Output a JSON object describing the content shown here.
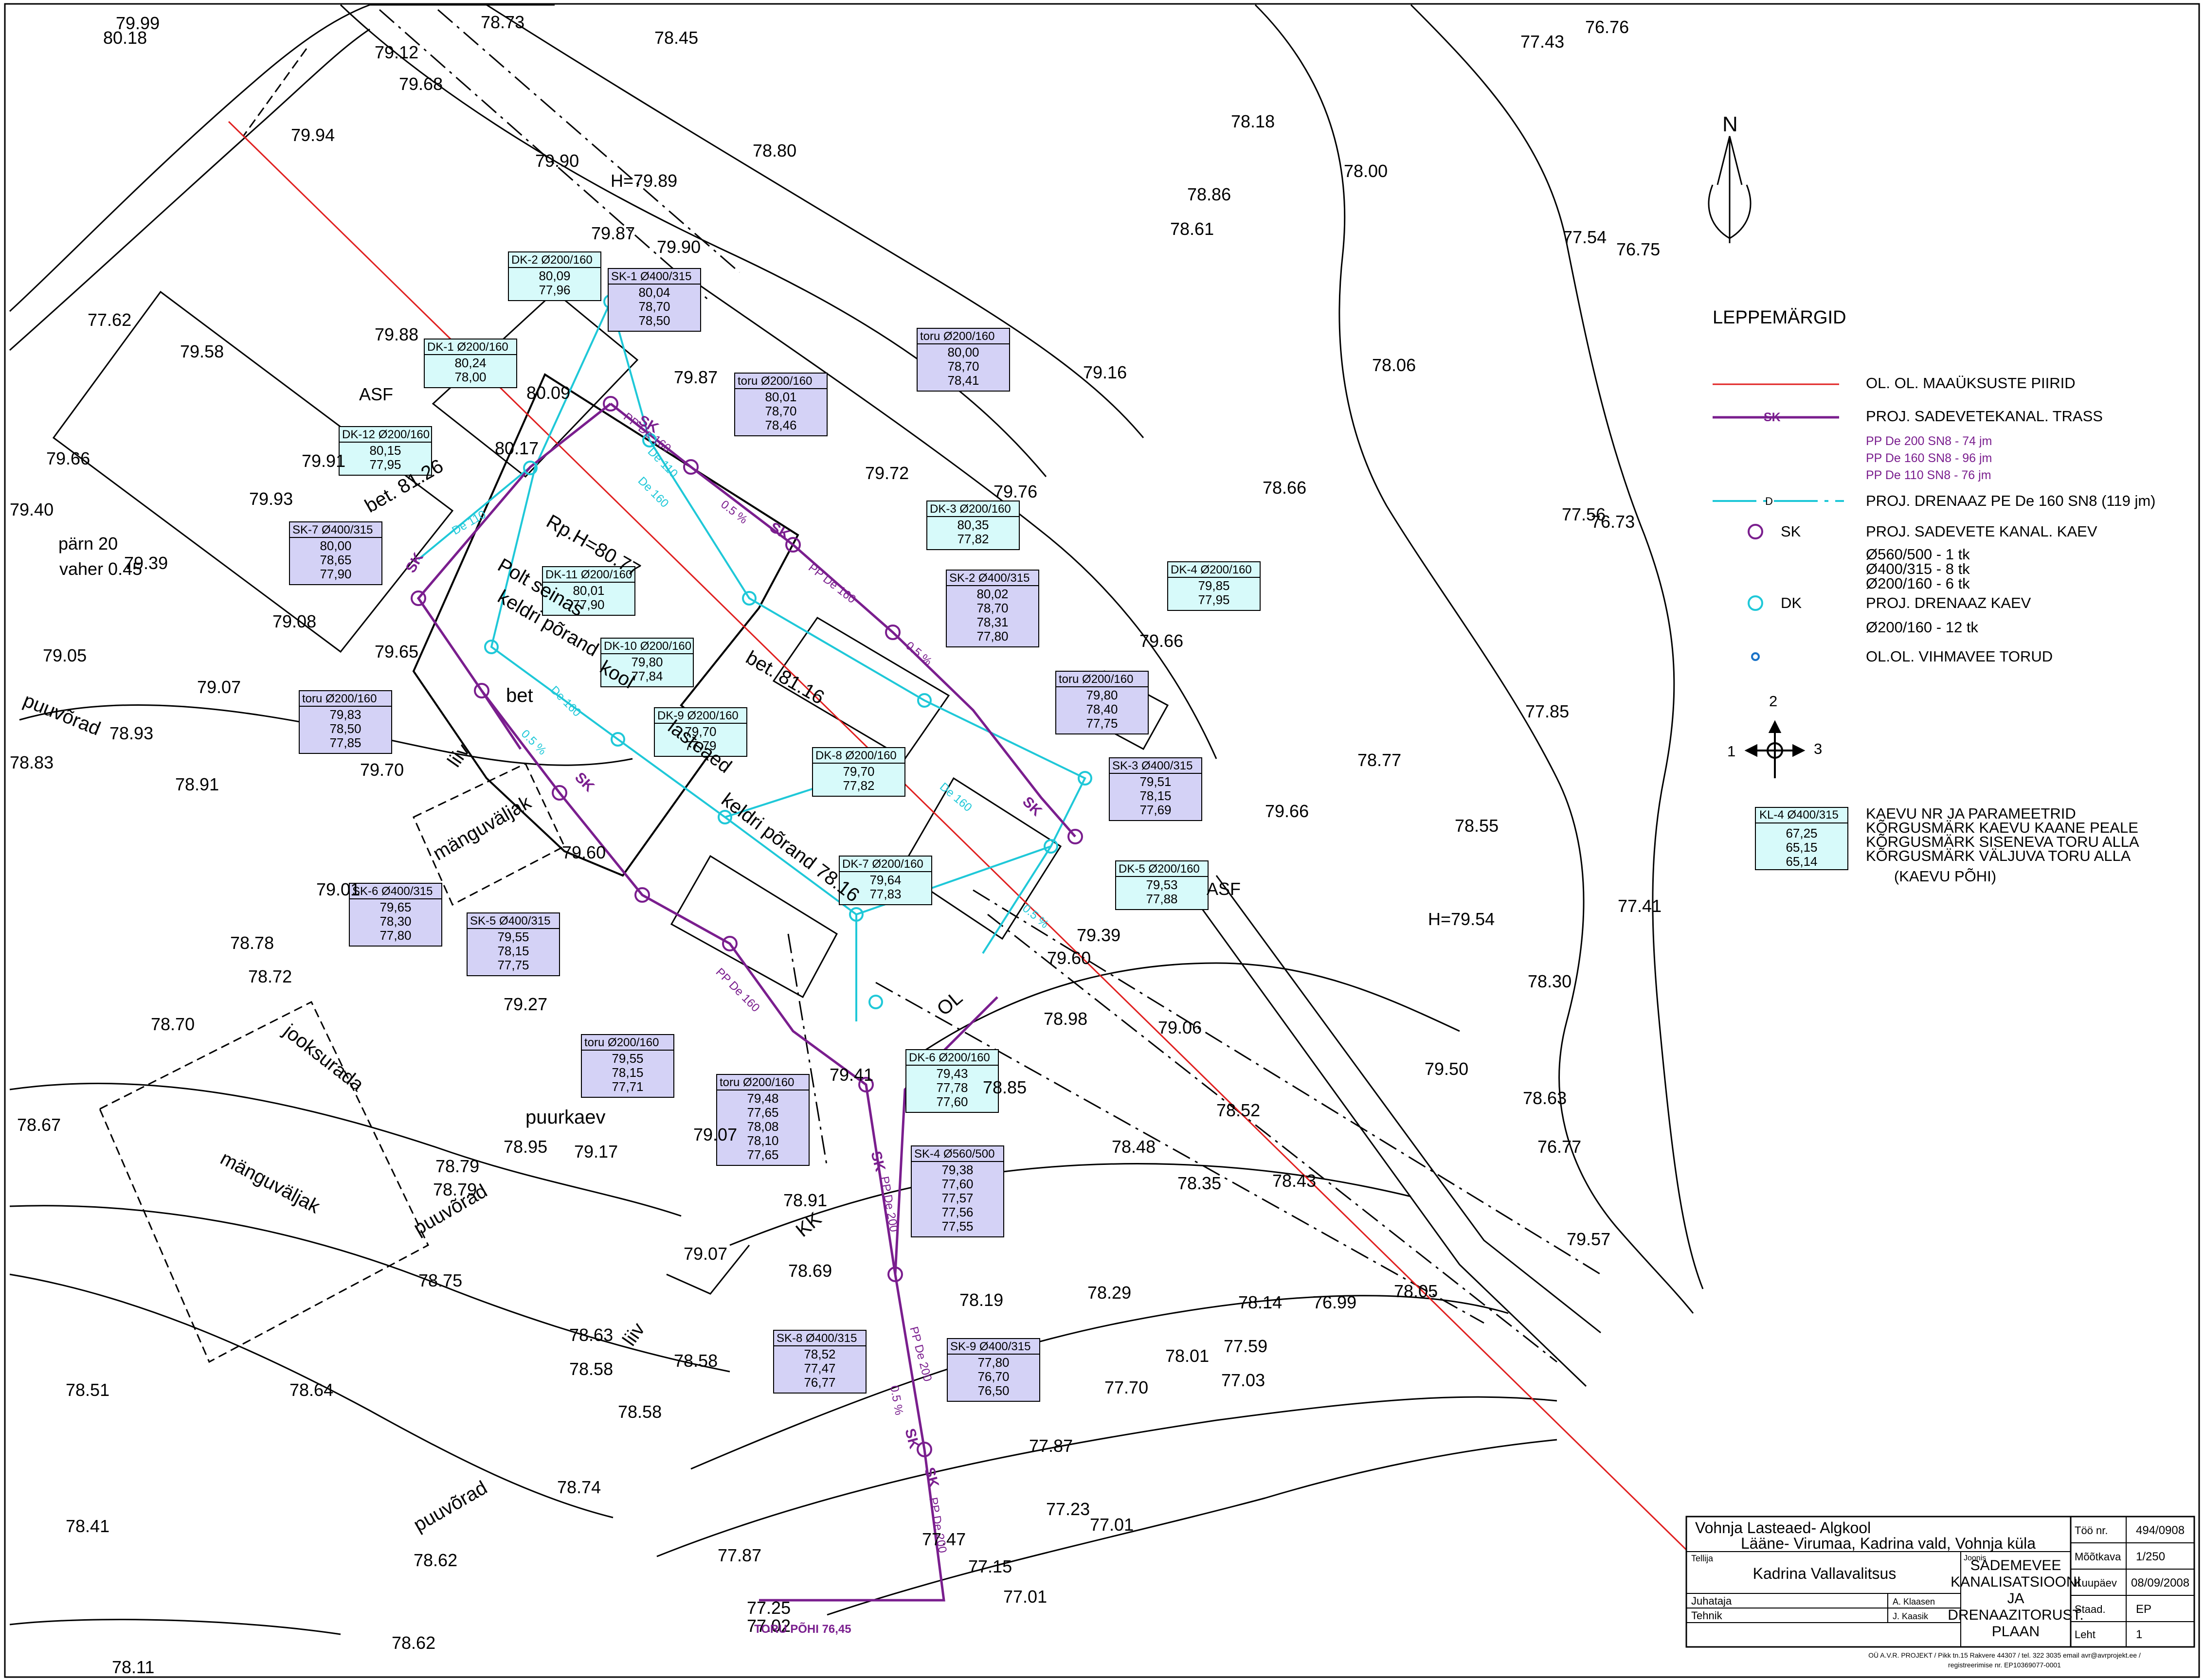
{
  "colors": {
    "boundary": "#e02020",
    "storm": "#7a1e8e",
    "drain": "#1fc8d8",
    "box_dk": "#d7fafa",
    "box_sk": "#d4d2f6"
  },
  "north_label": "N",
  "legend": {
    "title": "LEPPEMÄRGID",
    "boundary": "OL. OL. MAAÜKSUSTE PIIRID",
    "storm_trass": "PROJ. SADEVETEKANAL. TRASS",
    "storm_mark": "SK",
    "storm_lines": [
      "PP De 200 SN8 - 74 jm",
      "PP De 160 SN8 - 96 jm",
      "PP De 110 SN8 - 76 jm"
    ],
    "drain": "PROJ. DRENAAZ PE De 160 SN8 (119 jm)",
    "drain_mark": "D",
    "sk_symbol": "SK",
    "sk_well": "PROJ. SADEVETE KANAL. KAEV",
    "sk_counts": [
      "Ø560/500 - 1 tk",
      "Ø400/315 - 8 tk",
      "Ø200/160 - 6 tk"
    ],
    "dk_symbol": "DK",
    "dk_well": "PROJ. DRENAAZ KAEV",
    "dk_count": "Ø200/160 - 12 tk",
    "rain": "OL.OL. VIHMAVEE TORUD",
    "dir_1": "1",
    "dir_2": "2",
    "dir_3": "3",
    "sample_title": "KL-4 Ø400/315",
    "sample_values": [
      "67,25",
      "65,15",
      "65,14"
    ],
    "sample_desc": [
      "KAEVU NR JA PARAMEETRID",
      "KÕRGUSMÄRK KAEVU KAANE PEALE",
      "KÕRGUSMÄRK SISENEVA TORU ALLA",
      "KÕRGUSMÄRK VÄLJUVA TORU ALLA",
      "(KAEVU PÕHI)"
    ]
  },
  "wells": [
    {
      "title": "DK-2 Ø200/160",
      "values": [
        "80,09",
        "77,96"
      ],
      "kind": "dk"
    },
    {
      "title": "SK-1 Ø400/315",
      "values": [
        "80,04",
        "78,70",
        "78,50"
      ],
      "kind": "sk"
    },
    {
      "title": "DK-1 Ø200/160",
      "values": [
        "80,24",
        "78,00"
      ],
      "kind": "dk"
    },
    {
      "title": "toru Ø200/160",
      "values": [
        "80,01",
        "78,70",
        "78,46"
      ],
      "kind": "sk"
    },
    {
      "title": "toru Ø200/160",
      "values": [
        "80,00",
        "78,70",
        "78,41"
      ],
      "kind": "sk"
    },
    {
      "title": "DK-12 Ø200/160",
      "values": [
        "80,15",
        "77,95"
      ],
      "kind": "dk"
    },
    {
      "title": "DK-3 Ø200/160",
      "values": [
        "80,35",
        "77,82"
      ],
      "kind": "dk"
    },
    {
      "title": "SK-7 Ø400/315",
      "values": [
        "80,00",
        "78,65",
        "77,90"
      ],
      "kind": "sk"
    },
    {
      "title": "DK-11 Ø200/160",
      "values": [
        "80,01",
        "77,90"
      ],
      "kind": "dk"
    },
    {
      "title": "SK-2 Ø400/315",
      "values": [
        "80,02",
        "78,70",
        "78,31",
        "77,80"
      ],
      "kind": "sk"
    },
    {
      "title": "DK-4 Ø200/160",
      "values": [
        "79,85",
        "77,95"
      ],
      "kind": "dk"
    },
    {
      "title": "DK-10 Ø200/160",
      "values": [
        "79,80",
        "77,84"
      ],
      "kind": "dk"
    },
    {
      "title": "toru Ø200/160",
      "values": [
        "79,83",
        "78,50",
        "77,85"
      ],
      "kind": "sk"
    },
    {
      "title": "toru Ø200/160",
      "values": [
        "79,80",
        "78,40",
        "77,75"
      ],
      "kind": "sk"
    },
    {
      "title": "DK-9 Ø200/160",
      "values": [
        "79,70",
        "77,79"
      ],
      "kind": "dk"
    },
    {
      "title": "DK-8 Ø200/160",
      "values": [
        "79,70",
        "77,82"
      ],
      "kind": "dk"
    },
    {
      "title": "SK-3 Ø400/315",
      "values": [
        "79,51",
        "78,15",
        "77,69"
      ],
      "kind": "sk"
    },
    {
      "title": "DK-7 Ø200/160",
      "values": [
        "79,64",
        "77,83"
      ],
      "kind": "dk"
    },
    {
      "title": "DK-5 Ø200/160",
      "values": [
        "79,53",
        "77,88"
      ],
      "kind": "dk"
    },
    {
      "title": "SK-6 Ø400/315",
      "values": [
        "79,65",
        "78,30",
        "77,80"
      ],
      "kind": "sk"
    },
    {
      "title": "SK-5 Ø400/315",
      "values": [
        "79,55",
        "78,15",
        "77,75"
      ],
      "kind": "sk"
    },
    {
      "title": "toru Ø200/160",
      "values": [
        "79,55",
        "78,15",
        "77,71"
      ],
      "kind": "sk"
    },
    {
      "title": "toru Ø200/160",
      "values": [
        "79,48",
        "77,65",
        "78,08",
        "78,10",
        "77,65"
      ],
      "kind": "sk"
    },
    {
      "title": "DK-6 Ø200/160",
      "values": [
        "79,43",
        "77,78",
        "77,60"
      ],
      "kind": "dk"
    },
    {
      "title": "SK-4 Ø560/500",
      "values": [
        "79,38",
        "77,60",
        "77,57",
        "77,56",
        "77,55"
      ],
      "kind": "sk"
    },
    {
      "title": "SK-8 Ø400/315",
      "values": [
        "78,52",
        "77,47",
        "76,77"
      ],
      "kind": "sk"
    },
    {
      "title": "SK-9 Ø400/315",
      "values": [
        "77,80",
        "76,70",
        "76,50"
      ],
      "kind": "sk"
    }
  ],
  "elevations": [
    "79.99",
    "80.18",
    "78.73",
    "79.12",
    "79.68",
    "78.45",
    "77.43",
    "76.76",
    "79.94",
    "78.80",
    "79.90",
    "78.18",
    "78.00",
    "H=79.89",
    "78.86",
    "79.87",
    "78.61",
    "79.90",
    "77.54",
    "76.75",
    "77.62",
    "79.88",
    "79.58",
    "ASF",
    "79.87",
    "79.16",
    "78.06",
    "80.17",
    "80.09",
    "79.66",
    "79.91",
    "79.93",
    "79.40",
    "79.72",
    "79.76",
    "78.66",
    "77.56",
    "76.73",
    "pärn 20",
    "vaher 0.45",
    "79.39",
    "79.08",
    "79.65",
    "79.05",
    "79.07",
    "79.66",
    "78.93",
    "78.91",
    "79.70",
    "78.77",
    "77.85",
    "78.83",
    "79.66",
    "78.55",
    "79.60",
    "ASF",
    "79.01",
    "H=79.54",
    "77.41",
    "79.39",
    "79.60",
    "79.27",
    "78.98",
    "79.06",
    "78.30",
    "78.78",
    "78.72",
    "78.70",
    "79.50",
    "78.63",
    "79.41",
    "78.85",
    "79.07",
    "79.17",
    "78.95",
    "78.67",
    "78.52",
    "78.48",
    "78.35",
    "78.43",
    "76.77",
    "78.79",
    "78.79",
    "78.91",
    "79.07",
    "78.75",
    "78.69",
    "78.19",
    "78.29",
    "78.14",
    "78.05",
    "76.99",
    "79.57",
    "78.58",
    "78.63",
    "78.58",
    "78.01",
    "77.59",
    "77.03",
    "78.51",
    "78.64",
    "78.58",
    "77.70",
    "77.87",
    "78.74",
    "77.23",
    "77.01",
    "78.41",
    "77.87",
    "78.62",
    "77.47",
    "77.15",
    "77.25",
    "77.02",
    "77.01",
    "78.62",
    "78.11"
  ],
  "features": [
    "Rp.H=80.77",
    "Polt seinas",
    "bet. 81.26",
    "bet. 81.16",
    "bet",
    "lasteaed",
    "keldri põrand 78.16",
    "mänguväljak",
    "mänguväljak",
    "jooksurada",
    "puuvõrad",
    "puuvõrad",
    "puuvõrad",
    "puurkaev",
    "KK",
    "liiv",
    "liiv",
    "OL",
    "TORU PÕHI 76,45",
    "keldri põrand",
    "kool"
  ],
  "pipes": [
    "PP De 160",
    "PP De 160",
    "PP De 160",
    "PP De 200",
    "PP De 200",
    "PP De 200",
    "De 110",
    "De 110",
    "De 160",
    "De 160",
    "De 160",
    "0.5 %",
    "0.5 %",
    "0.5 %",
    "0.5 %",
    "0.5 %",
    "SK",
    "SK",
    "SK",
    "SK",
    "SK",
    "SK",
    "SK",
    "SK"
  ],
  "title_block": {
    "project": "Vohnja Lasteaed- Algkool",
    "location": "Lääne- Virumaa, Kadrina vald, Vohnja küla",
    "client_label": "Tellija",
    "client": "Kadrina Vallavalitsus",
    "drawing_label": "Joonis",
    "drawing": [
      "SADEMEVEE",
      "KANALISATSIOONI",
      "JA",
      "DRENAAZITORUST.",
      "PLAAN"
    ],
    "manager_label": "Juhataja",
    "manager": "A. Klaasen",
    "tech_label": "Tehnik",
    "tech": "J. Kaasik",
    "work_label": "Töö nr.",
    "work": "494/0908",
    "scale_label": "Mõõtkava",
    "scale": "1/250",
    "date_label": "Kuupäev",
    "date": "08/09/2008",
    "stage_label": "Staad.",
    "stage": "EP",
    "sheet_label": "Leht",
    "sheet": "1",
    "footer1": "OÜ A.V.R. PROJEKT / Pikk tn.15 Rakvere 44307 / tel. 322 3035 email avr@avrprojekt.ee /",
    "footer2": "registreerimise nr. EP10369077-0001"
  }
}
